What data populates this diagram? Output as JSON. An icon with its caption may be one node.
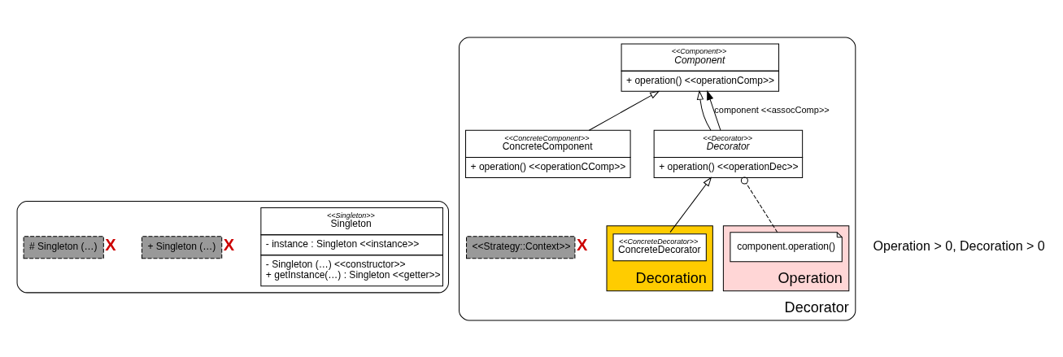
{
  "diagram": {
    "nodes": [
      {
        "text": [],
        "shape": "box"
      },
      {
        "text": [
          "<<Singleton>>",
          "Singleton",
          "- instance : Singleton <<instance>>",
          "- Singleton (…) <<constructor>>",
          "+ getInstance(…) : Singleton <<getter>>"
        ],
        "in": 0
      },
      {
        "text": [
          "+ Singleton (…)"
        ],
        "beside": [
          "X"
        ],
        "in": 0
      },
      {
        "text": [
          "# Singleton (…)"
        ],
        "beside": [
          "X"
        ],
        "in": 0
      },
      {
        "text": [
          "Decorator"
        ]
      },
      {
        "text": [
          "<<Component>>",
          "Component",
          "+ operation() <<operationComp>>"
        ],
        "in": 4
      },
      {
        "text": [
          "<<Strategy::Context>>"
        ],
        "beside": [
          "X"
        ],
        "in": 4
      },
      {
        "text": [
          "<<ConcreteComponent>>",
          "ConcreteComponent",
          "+ operation() <<operationCComp>>"
        ],
        "in": 4
      },
      {
        "text": [
          "<<Decorator>>",
          "Decorator",
          "+ operation() <<operationDec>>"
        ],
        "in": 4
      },
      {
        "text": [
          "Operation"
        ],
        "in": 4
      },
      {
        "text": [
          "component.operation()"
        ],
        "in": 9
      },
      {
        "text": [
          "Decoration"
        ],
        "in": 4
      },
      {
        "text": [
          "<<ConcreteDecorator>>",
          "ConcreteDecorator"
        ],
        "in": 11
      }
    ],
    "edges": [
      {
        "from": 7,
        "to": 5,
        "arrow": "to"
      },
      {
        "from": 8,
        "to": 5,
        "arrow": "to"
      },
      {
        "from": 8,
        "to": 5,
        "arrow": "to",
        "label": "component <<assocComp>>"
      },
      {
        "from": 12,
        "to": 8,
        "arrow": "to"
      },
      {
        "from": 10,
        "to": 8,
        "arrow": "other",
        "style": "dashed"
      }
    ],
    "labels": [
      "Operation > 0, Decoration > 0"
    ]
  }
}
